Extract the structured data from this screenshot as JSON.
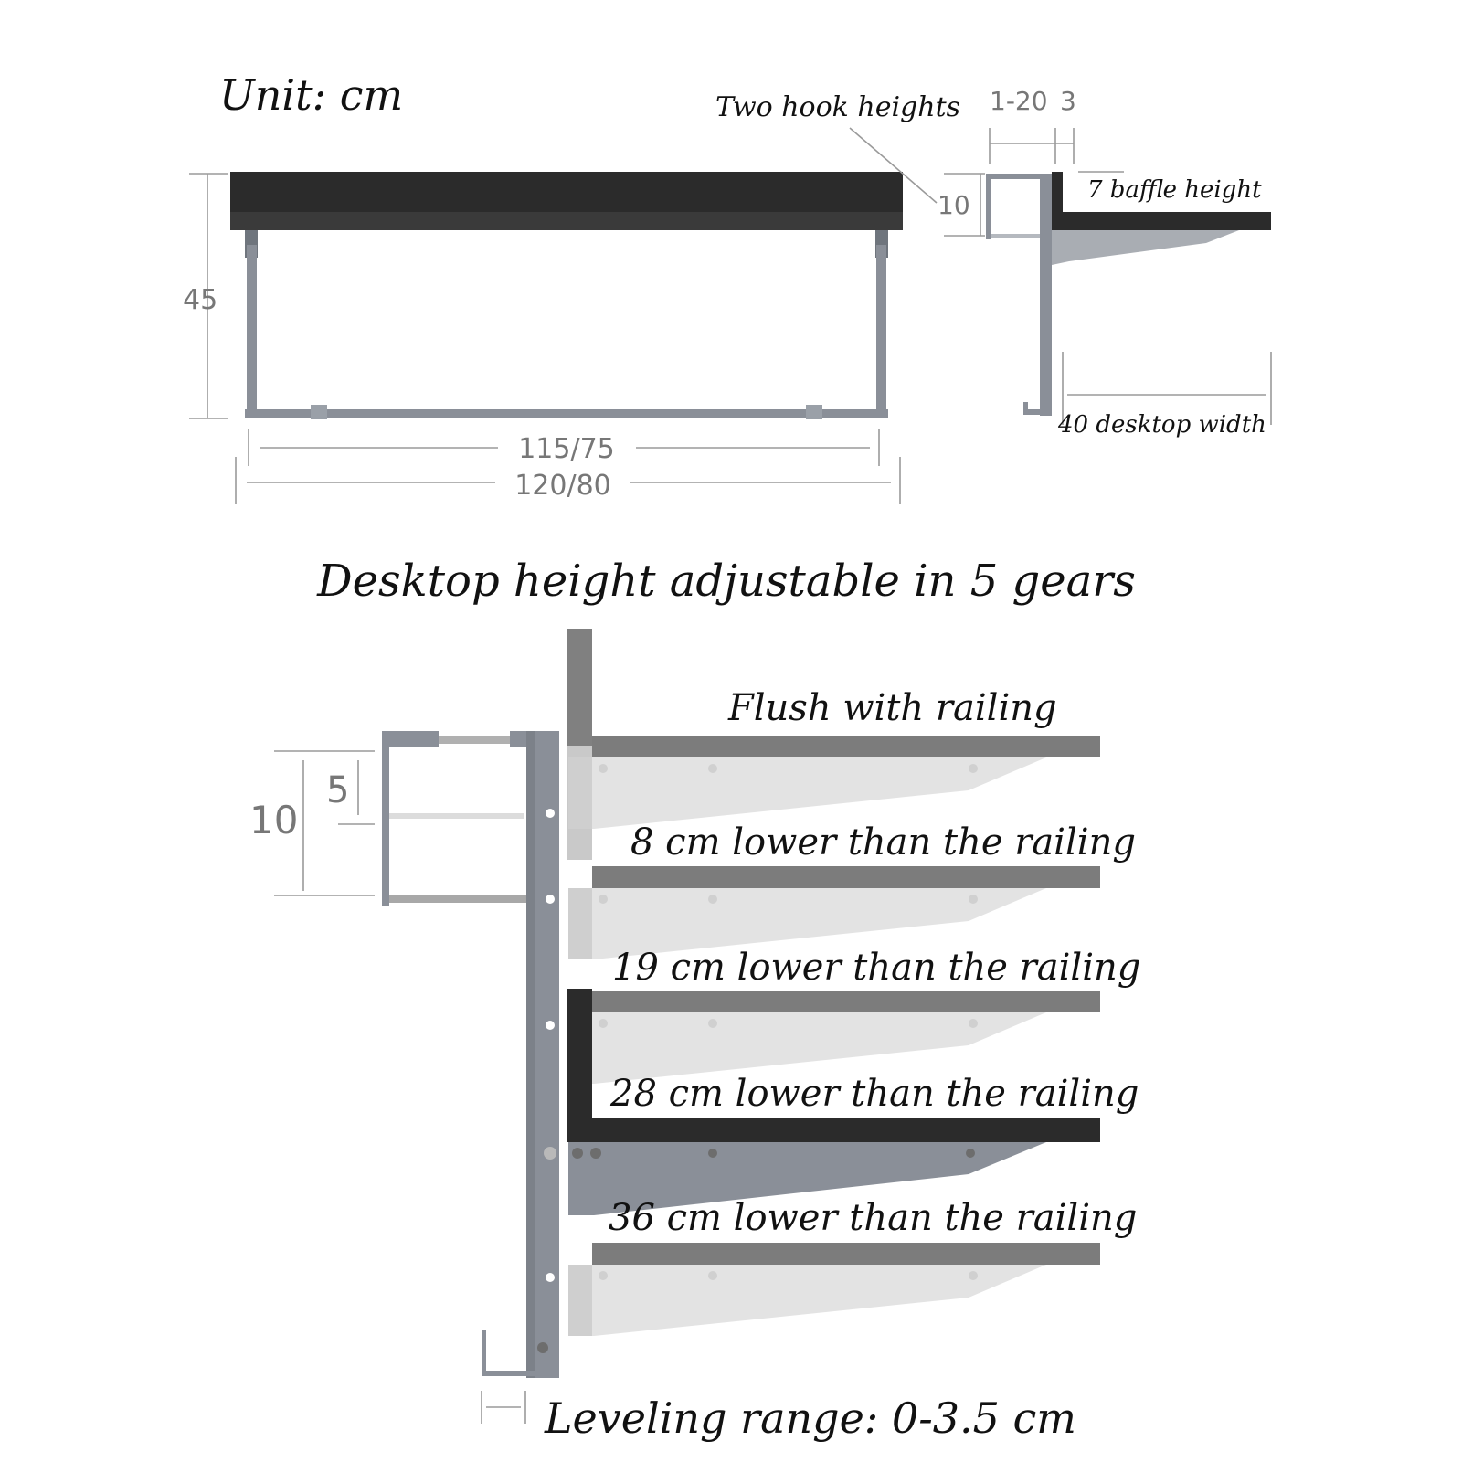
{
  "unit_label": "Unit: cm",
  "front_view": {
    "height": "45",
    "inner_width": "115/75",
    "outer_width": "120/80"
  },
  "side_view": {
    "hook_label": "Two hook heights",
    "hook_gap": "1-20",
    "thickness": "3",
    "hook_height": "10",
    "baffle_label": "7 baffle height",
    "desktop_label": "40 desktop width"
  },
  "gears": {
    "title": "Desktop height adjustable in 5 gears",
    "hook_outer": "10",
    "hook_inner": "5",
    "levels": [
      {
        "label": "Flush with railing"
      },
      {
        "label": "8 cm lower than the railing"
      },
      {
        "label": "19 cm lower than the railing"
      },
      {
        "label": "28 cm lower than the railing"
      },
      {
        "label": "36 cm lower than the railing"
      }
    ],
    "leveling": "Leveling range: 0-3.5 cm"
  },
  "colors": {
    "desktop_dark": "#2b2b2b",
    "frame_gray": "#8a8f98",
    "shelf_gray": "#7c7c7c",
    "dimension_gray": "#9a9a9a"
  }
}
